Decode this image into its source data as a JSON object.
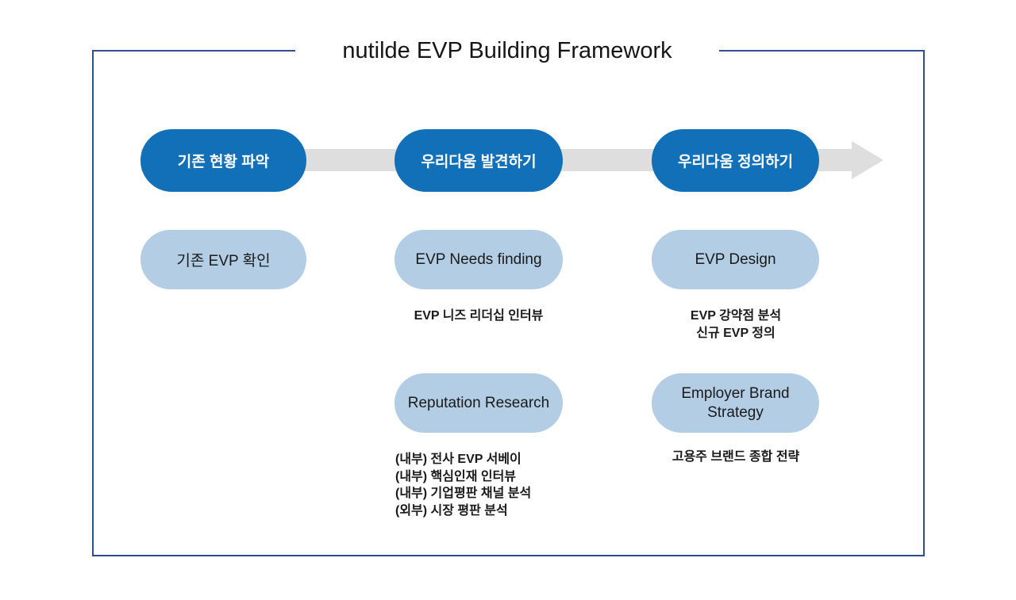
{
  "title": "nutilde EVP Building Framework",
  "colors": {
    "frame_border": "#2e4d96",
    "stage_pill": "#1270b8",
    "item_pill": "#b3cde4",
    "arrow": "#dedede",
    "stage_text": "#ffffff",
    "item_text": "#1a1a1a",
    "caption_text": "#1a1a1a"
  },
  "flow": {
    "arrow_direction": "right",
    "stages": [
      {
        "label": "기존 현황 파악"
      },
      {
        "label": "우리다움 발견하기"
      },
      {
        "label": "우리다움 정의하기"
      }
    ]
  },
  "columns": [
    {
      "stage": "기존 현황 파악",
      "items": [
        {
          "label": "기존 EVP 확인",
          "caption": ""
        }
      ]
    },
    {
      "stage": "우리다움 발견하기",
      "items": [
        {
          "label": "EVP Needs finding",
          "caption": "EVP 니즈 리더십 인터뷰"
        },
        {
          "label": "Reputation Research",
          "caption": "(내부) 전사 EVP 서베이\n(내부) 핵심인재 인터뷰\n(내부) 기업평판 채널 분석\n(외부) 시장 평판 분석"
        }
      ]
    },
    {
      "stage": "우리다움 정의하기",
      "items": [
        {
          "label": "EVP Design",
          "caption": "EVP 강약점 분석\n신규 EVP 정의"
        },
        {
          "label": "Employer Brand\nStrategy",
          "caption": "고용주 브랜드 종합 전략"
        }
      ]
    }
  ]
}
